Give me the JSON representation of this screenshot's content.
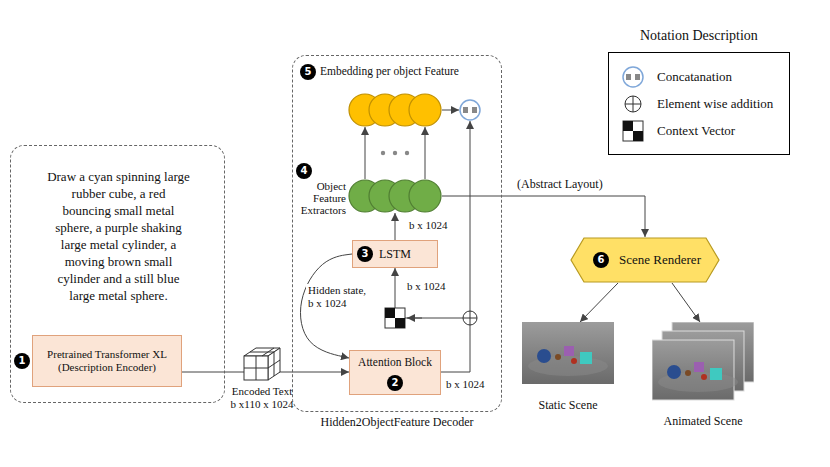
{
  "diagram": {
    "nodes": [
      {
        "text": [
          "Draw a cyan spinning large rubber cube, a red bouncing small metal sphere, a purple shaking large metal cylinder, a moving brown small cylinder and a still blue large metal sphere."
        ]
      },
      {
        "text": [
          "Pretrained Transformer XL (Description Encoder)"
        ],
        "in": 0
      },
      {
        "text": [
          "Hidden2ObjectFeature Decoder"
        ]
      },
      {
        "text": [
          "Embedding per object Feature"
        ],
        "in": 2
      },
      {
        "text": [
          "Object Feature Extractors"
        ],
        "in": 2
      },
      {
        "text": [
          "LSTM"
        ],
        "in": 2
      },
      {
        "text": [
          "Attention Block"
        ],
        "in": 2
      },
      {
        "text": [
          "Scene Renderer"
        ]
      },
      {
        "text": [
          "Static Scene"
        ]
      },
      {
        "text": [
          "Animated Scene"
        ]
      }
    ],
    "edges": [
      {
        "from": 1,
        "to": 6,
        "arrow": "to"
      },
      {
        "from": 6,
        "to": 5,
        "arrow": "to"
      },
      {
        "from": 5,
        "to": 6,
        "label": "Hidden state, b x 1024",
        "arrow": "to"
      },
      {
        "from": 5,
        "to": 4,
        "label": "b x 1024",
        "arrow": "to"
      },
      {
        "from": 4,
        "to": 3,
        "arrow": "to"
      },
      {
        "from": 4,
        "to": 7,
        "label": "(Abstract Layout)",
        "arrow": "to"
      },
      {
        "from": 7,
        "to": 8,
        "arrow": "to"
      },
      {
        "from": 7,
        "to": 9,
        "arrow": "to"
      }
    ],
    "labels": [
      "1",
      "Encoded Text",
      "b x110 x 1024",
      "5",
      "4",
      "3",
      "b x 1024",
      "2",
      "b x 1024",
      "Notation Description",
      "6"
    ],
    "legend": [
      {
        "text": "Concatanation"
      },
      {
        "text": "Element wise addition"
      },
      {
        "text": "Context Vector"
      }
    ]
  }
}
